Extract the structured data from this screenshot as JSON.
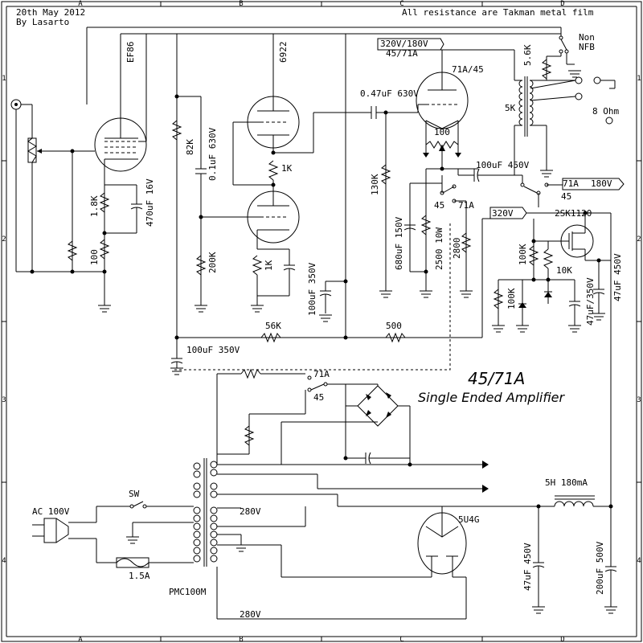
{
  "header": {
    "date": "20th May 2012",
    "author": "By Lasarto",
    "note": "All resistance are Takman metal film"
  },
  "title": {
    "main": "45/71A",
    "sub": "Single Ended Amplifier"
  },
  "grid": {
    "cols": [
      "A",
      "B",
      "C",
      "D"
    ],
    "rows": [
      "1",
      "2",
      "3",
      "4"
    ]
  },
  "tubes": {
    "ef86": "EF86",
    "t6922": "6922",
    "t71a45": "71A/45",
    "t5u4g": "5U4G"
  },
  "components": {
    "r_82k": "82K",
    "c_01uf": "0.1uF 630V",
    "r_1k_top": "1K",
    "r_200k": "200K",
    "r_1k_cath": "1K",
    "c_100uf_350": "100uF 350V",
    "r_1_8k": "1.8K",
    "c_470uf": "470uF 16V",
    "r_100_left": "100",
    "c_047uf": "0.47uF 630V",
    "r_130k": "130K",
    "r_100_hum": "100",
    "c_100uf_450": "100uF 450V",
    "c_680uf": "680uF 150V",
    "r_2500": "2500 10W",
    "r_2800": "2800",
    "r_56k": "56K",
    "r_500": "500",
    "c_100uf_350_b": "100uF 350V",
    "r_100k_a": "100K",
    "r_10k": "10K",
    "r_100k_b": "100K",
    "c_47uf_350": "47uF/350V",
    "c_47uf_450_r": "47uF 450V",
    "fet": "2SK1120",
    "ot_primary": "5K",
    "choke": "5H 180mA",
    "c_47uf_450": "47uF 450V",
    "c_200uf": "200uF 500V",
    "fuse": "1.5A",
    "transformer": "PMC100M",
    "sec_280_a": "280V",
    "sec_280_b": "280V",
    "r_5_6k": "5.6K"
  },
  "switches": {
    "nfb_non": "Non",
    "nfb_label": "NFB",
    "sel_71a_b": "71A",
    "sel_45_b": "45",
    "sel_71a_c": "71A",
    "sel_45_c": "45",
    "sel_71a_d": "71A",
    "sel_45_d": "45",
    "sel_180v": "180V",
    "sw": "SW",
    "ac_in": "AC 100V"
  },
  "flags": {
    "b_plus_top": "320V/180V",
    "b_plus_top_2": "45/71A",
    "fet_supply": "320V",
    "out_ohm": "8 Ohm"
  }
}
